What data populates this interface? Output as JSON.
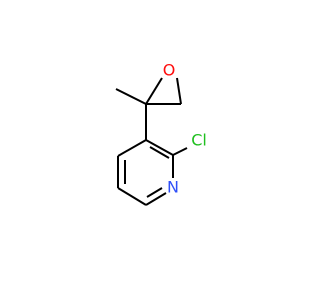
{
  "molecule": {
    "atoms": {
      "oxygen": {
        "symbol": "O",
        "color": "#ff0d0d"
      },
      "chlorine": {
        "symbol": "Cl",
        "color": "#1fbf1f"
      },
      "nitrogen": {
        "symbol": "N",
        "color": "#3050f8"
      }
    },
    "bond_color": "#000000",
    "background": "#ffffff"
  }
}
